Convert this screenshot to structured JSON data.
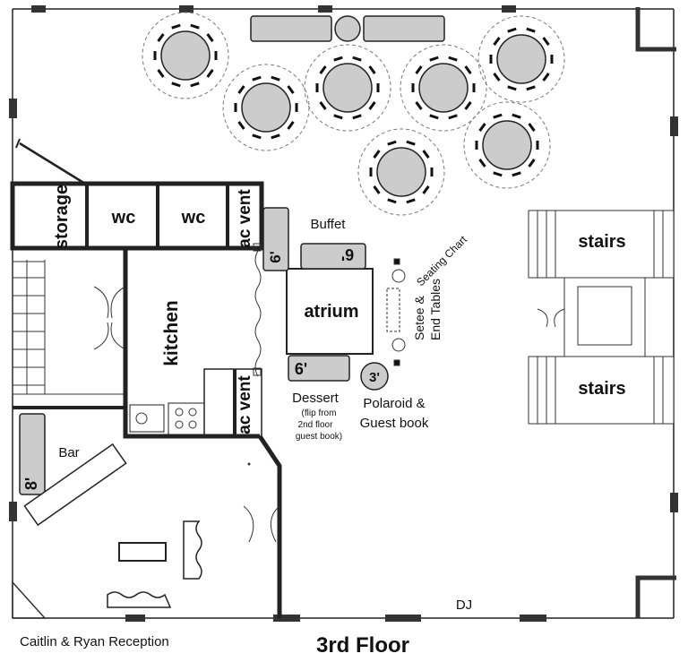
{
  "rooms": {
    "storage": "storage",
    "wc1": "wc",
    "wc2": "wc",
    "ac_vent_top": "ac vent",
    "ac_vent_bottom": "ac vent",
    "kitchen": "kitchen",
    "atrium": "atrium",
    "stairs_top": "stairs",
    "stairs_bottom": "stairs"
  },
  "labels": {
    "buffet": "Buffet",
    "seating_chart": "Seating Chart",
    "setee_line1": "Setee &",
    "setee_line2": "End Tables",
    "dessert": "Dessert",
    "dessert_note1": "(flip from",
    "dessert_note2": "2nd floor",
    "dessert_note3": "guest book)",
    "polaroid_line1": "Polaroid &",
    "polaroid_line2": "Guest book",
    "bar": "Bar",
    "dj": "DJ",
    "footer_left": "Caitlin & Ryan Reception",
    "footer_title": "3rd Floor"
  },
  "tables": {
    "buffet_size": "6'",
    "vertical_size": "6'",
    "dessert_size": "6'",
    "round_size": "3'",
    "bar_size": "8'"
  }
}
